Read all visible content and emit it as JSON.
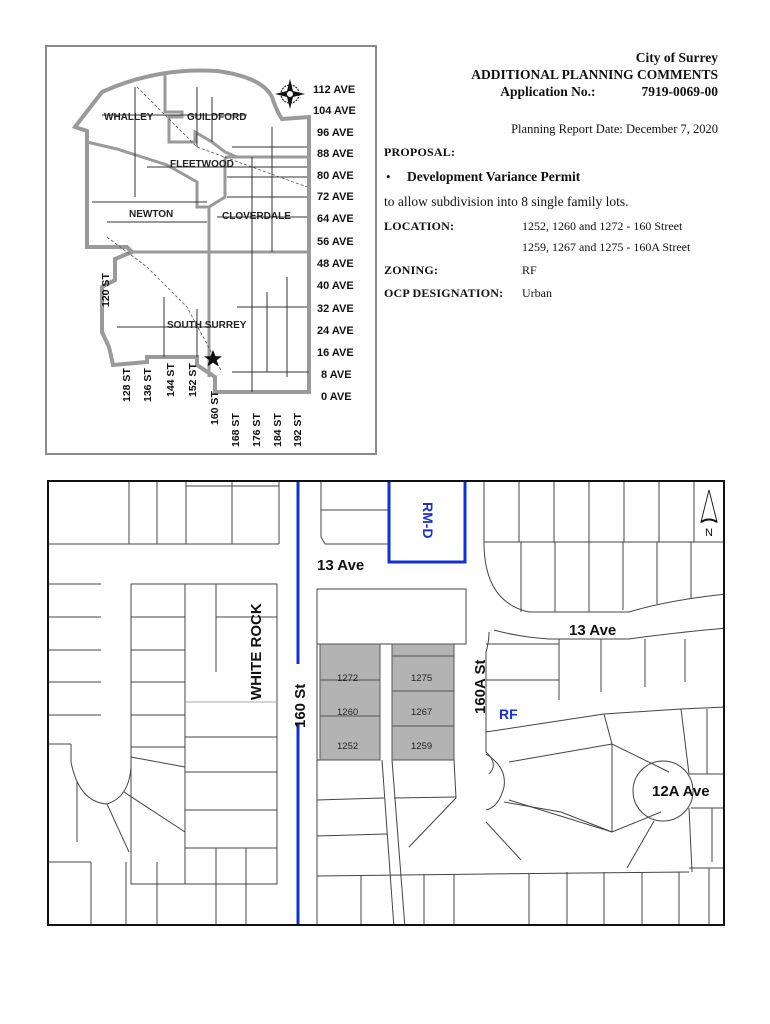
{
  "header": {
    "city": "City of Surrey",
    "title": "ADDITIONAL PLANNING COMMENTS",
    "application_label": "Application No.:",
    "application_number": "7919-0069-00",
    "report_date": "Planning Report Date: December 7, 2020"
  },
  "proposal": {
    "label": "PROPOSAL:",
    "bullet": "•",
    "permit": "Development Variance Permit",
    "description": "to allow subdivision into 8 single family lots."
  },
  "location": {
    "label": "LOCATION:",
    "lines": [
      "1252, 1260 and 1272 - 160 Street",
      "1259, 1267 and 1275 - 160A Street"
    ]
  },
  "zoning": {
    "label": "ZONING:",
    "value": "RF"
  },
  "ocp": {
    "label": "OCP DESIGNATION:",
    "value": "Urban"
  },
  "key_map": {
    "avenues": [
      "112 AVE",
      "104 AVE",
      "96 AVE",
      "88 AVE",
      "80 AVE",
      "72 AVE",
      "64 AVE",
      "56 AVE",
      "48 AVE",
      "40 AVE",
      "32 AVE",
      "24 AVE",
      "16 AVE",
      "8 AVE",
      "0 AVE"
    ],
    "streets": [
      "120 ST",
      "128 ST",
      "136 ST",
      "144 ST",
      "152 ST",
      "160 ST",
      "168 ST",
      "176 ST",
      "184 ST",
      "192 ST"
    ],
    "areas": [
      "WHALLEY",
      "GUILDFORD",
      "FLEETWOOD",
      "NEWTON",
      "CLOVERDALE",
      "SOUTH SURREY"
    ],
    "compass_icon": "compass-rose-icon",
    "site_marker_icon": "star-icon"
  },
  "site_map": {
    "streets": {
      "ave_13_west": "13 Ave",
      "ave_13_east": "13 Ave",
      "ave_12a": "12A Ave",
      "st_160": "160 St",
      "st_160a": "160A St"
    },
    "area_label": "WHITE ROCK",
    "zones": {
      "rmd": "RM-D",
      "rf": "RF"
    },
    "north_label": "N",
    "lots_west": [
      "1272",
      "1260",
      "1252"
    ],
    "lots_east": [
      "1275",
      "1267",
      "1259"
    ],
    "colors": {
      "subject_lot": "#b3b3b3",
      "boundary_blue": "#1030d8",
      "zone_label": "#1a2fd8"
    }
  }
}
